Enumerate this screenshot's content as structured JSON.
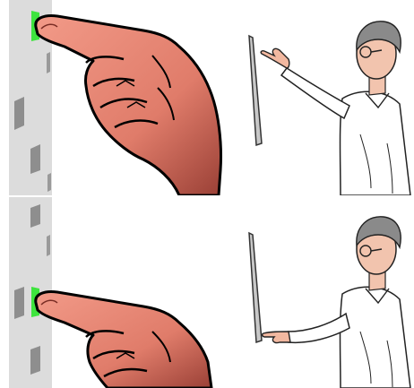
{
  "figure": {
    "panels": [
      {
        "id": "top",
        "touch_target": "upper",
        "arm_pose": "raised"
      },
      {
        "id": "bottom",
        "touch_target": "lower",
        "arm_pose": "lowered"
      }
    ],
    "colors": {
      "wall": "#dcdcdc",
      "wall_mark": "#8c8c8c",
      "touch_highlight": "#3ee43e",
      "skin": "#e88a78",
      "skin_dark": "#a4483e",
      "hair": "#8a8a8a",
      "shirt": "#ffffff",
      "screen_fill": "#c8c8c8"
    },
    "icons": [
      "hand-pointing-icon",
      "person-touching-screen-icon"
    ]
  }
}
